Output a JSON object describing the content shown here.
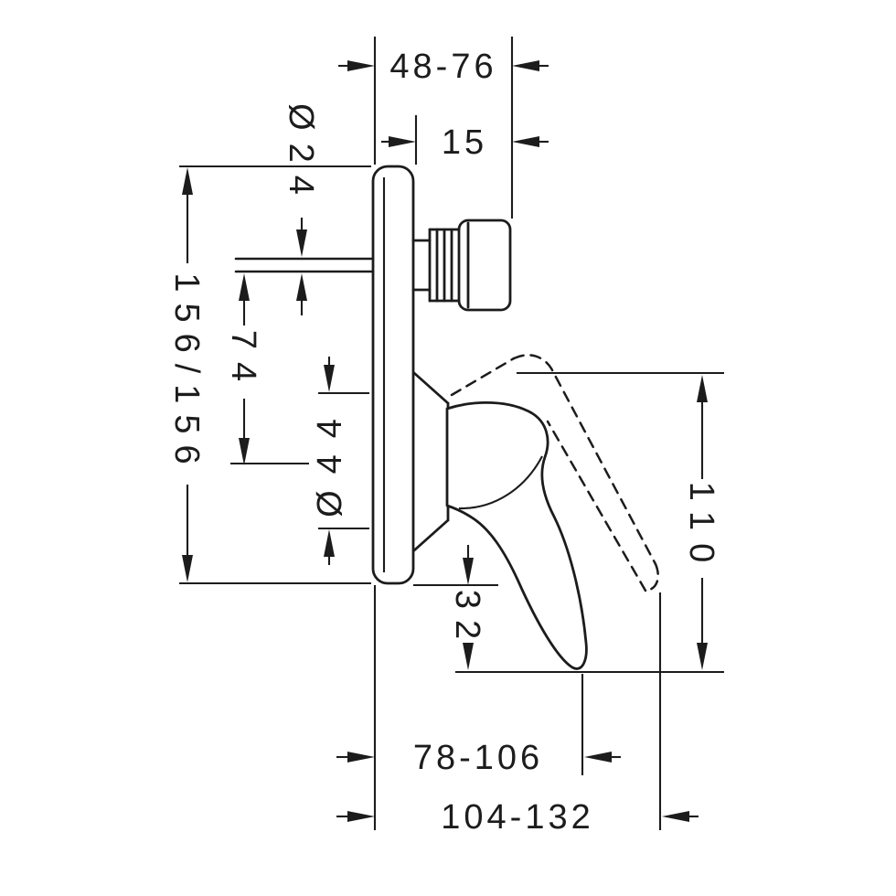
{
  "drawing": {
    "kind": "technical-dimension-drawing",
    "subject": "concealed single-lever mixer, side view with pivoted handle positions",
    "line_color": "#1c1c1c",
    "background": "#ffffff",
    "labels": {
      "range_top": "48-76",
      "dia_24": "Ø24",
      "fifteen": "15",
      "plate_size": "156/156",
      "seventy_four": "74",
      "dia_44": "Ø44",
      "one_ten": "110",
      "thirty_two": "32",
      "range_mid": "78-106",
      "range_bottom": "104-132"
    }
  }
}
